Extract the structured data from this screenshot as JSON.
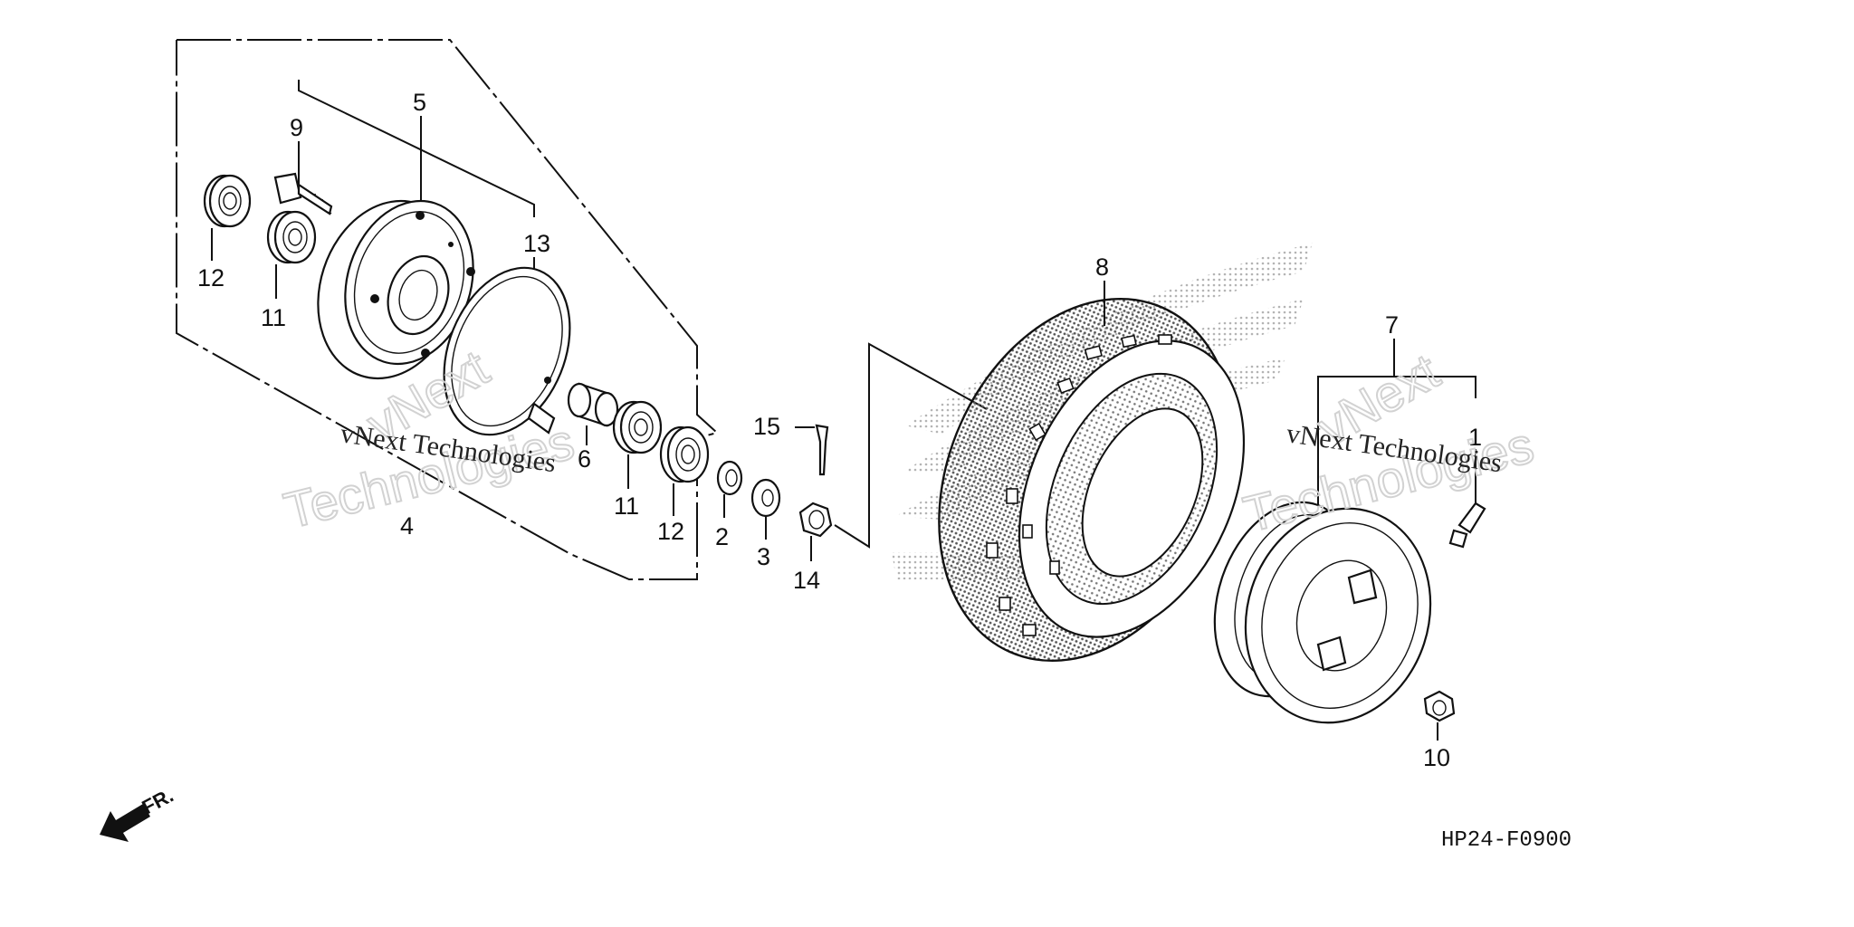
{
  "diagram_code": "HP24-F0900",
  "direction_marker": "FR.",
  "watermark": {
    "company": "vNext Technologies",
    "word_1": "vNext",
    "word_2": "Technologies"
  },
  "callouts": [
    {
      "id": "c1",
      "number": "1"
    },
    {
      "id": "c2",
      "number": "2"
    },
    {
      "id": "c3",
      "number": "3"
    },
    {
      "id": "c4",
      "number": "4"
    },
    {
      "id": "c5",
      "number": "5"
    },
    {
      "id": "c6",
      "number": "6"
    },
    {
      "id": "c7",
      "number": "7"
    },
    {
      "id": "c8",
      "number": "8"
    },
    {
      "id": "c9",
      "number": "9"
    },
    {
      "id": "c10",
      "number": "10"
    },
    {
      "id": "c11a",
      "number": "11"
    },
    {
      "id": "c11b",
      "number": "11"
    },
    {
      "id": "c12a",
      "number": "12"
    },
    {
      "id": "c12b",
      "number": "12"
    },
    {
      "id": "c13",
      "number": "13"
    },
    {
      "id": "c14",
      "number": "14"
    },
    {
      "id": "c15",
      "number": "15"
    }
  ]
}
